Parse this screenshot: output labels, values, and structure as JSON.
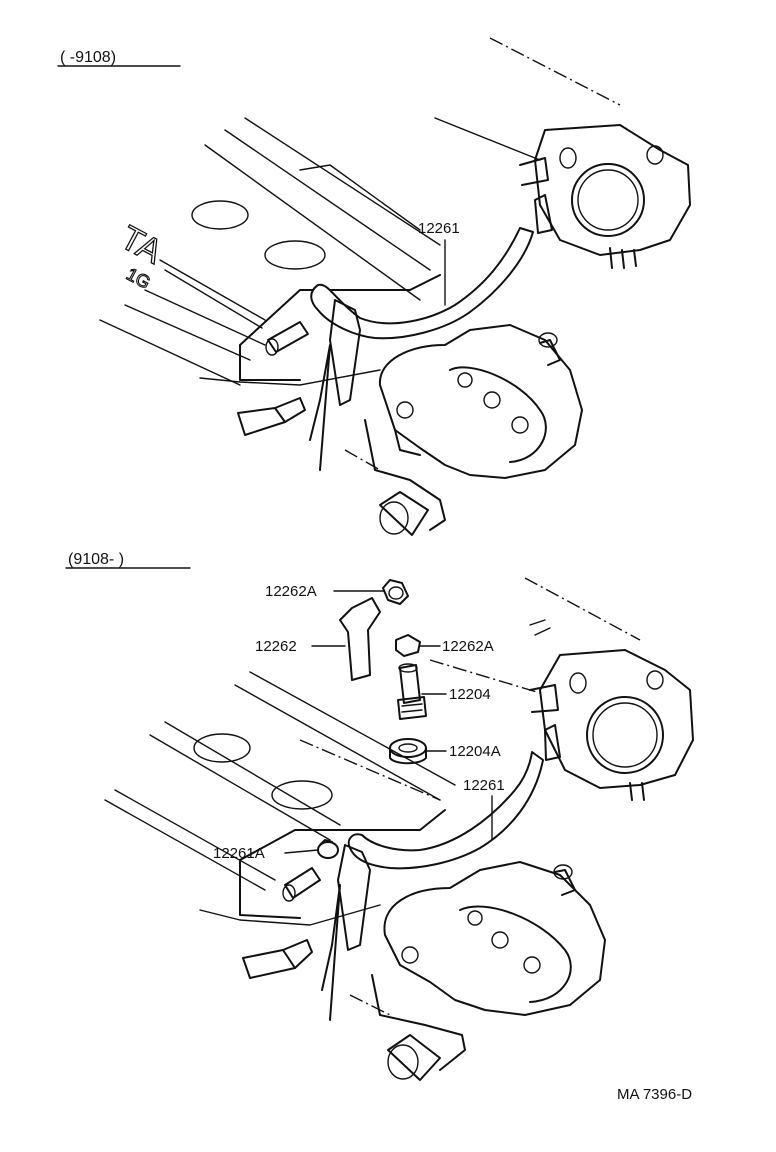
{
  "sections": [
    {
      "range": "(        -9108)",
      "callouts": [
        {
          "part": "12261"
        }
      ]
    },
    {
      "range": "(9108-        )",
      "callouts": [
        {
          "part": "12262A"
        },
        {
          "part": "12262"
        },
        {
          "part": "12262A"
        },
        {
          "part": "12204"
        },
        {
          "part": "12204A"
        },
        {
          "part": "12261"
        },
        {
          "part": "12261A"
        }
      ]
    }
  ],
  "engine_cover_lettering": "TA",
  "engine_cover_sublettering": "1G",
  "figure_code": "MA 7396-D"
}
